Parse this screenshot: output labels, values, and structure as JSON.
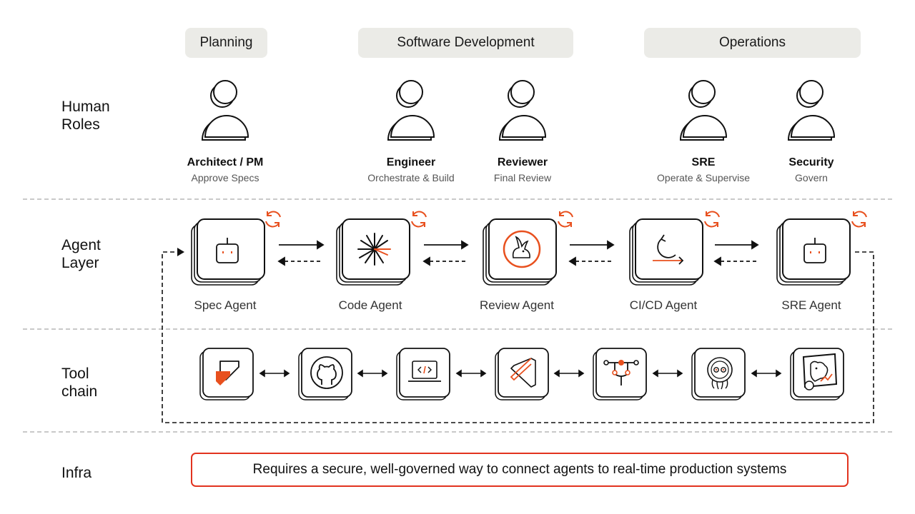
{
  "phases": [
    {
      "label": "Planning"
    },
    {
      "label": "Software Development"
    },
    {
      "label": "Operations"
    }
  ],
  "row_labels": {
    "human_roles": "Human\nRoles",
    "agent_layer": "Agent\nLayer",
    "tool_chain": "Tool\nchain",
    "infra": "Infra"
  },
  "roles": [
    {
      "title": "Architect / PM",
      "subtitle": "Approve Specs"
    },
    {
      "title": "Engineer",
      "subtitle": "Orchestrate & Build"
    },
    {
      "title": "Reviewer",
      "subtitle": "Final Review"
    },
    {
      "title": "SRE",
      "subtitle": "Operate & Supervise"
    },
    {
      "title": "Security",
      "subtitle": "Govern"
    }
  ],
  "agents": [
    {
      "name": "Spec Agent",
      "icon": "robot-icon"
    },
    {
      "name": "Code Agent",
      "icon": "starburst-icon"
    },
    {
      "name": "Review Agent",
      "icon": "rabbit-icon"
    },
    {
      "name": "CI/CD Agent",
      "icon": "loop-arrow-icon"
    },
    {
      "name": "SRE Agent",
      "icon": "robot-icon"
    }
  ],
  "tools": [
    {
      "icon": "jira-icon"
    },
    {
      "icon": "github-icon"
    },
    {
      "icon": "code-laptop-icon"
    },
    {
      "icon": "vscode-icon"
    },
    {
      "icon": "pipeline-icon"
    },
    {
      "icon": "argo-octopus-icon"
    },
    {
      "icon": "datadog-icon"
    }
  ],
  "infra": {
    "text": "Requires a secure, well-governed way to connect agents to real-time production systems"
  },
  "colors": {
    "accent": "#e8501e",
    "infra_border": "#e2331f",
    "phase_bg": "#ebebe7"
  }
}
